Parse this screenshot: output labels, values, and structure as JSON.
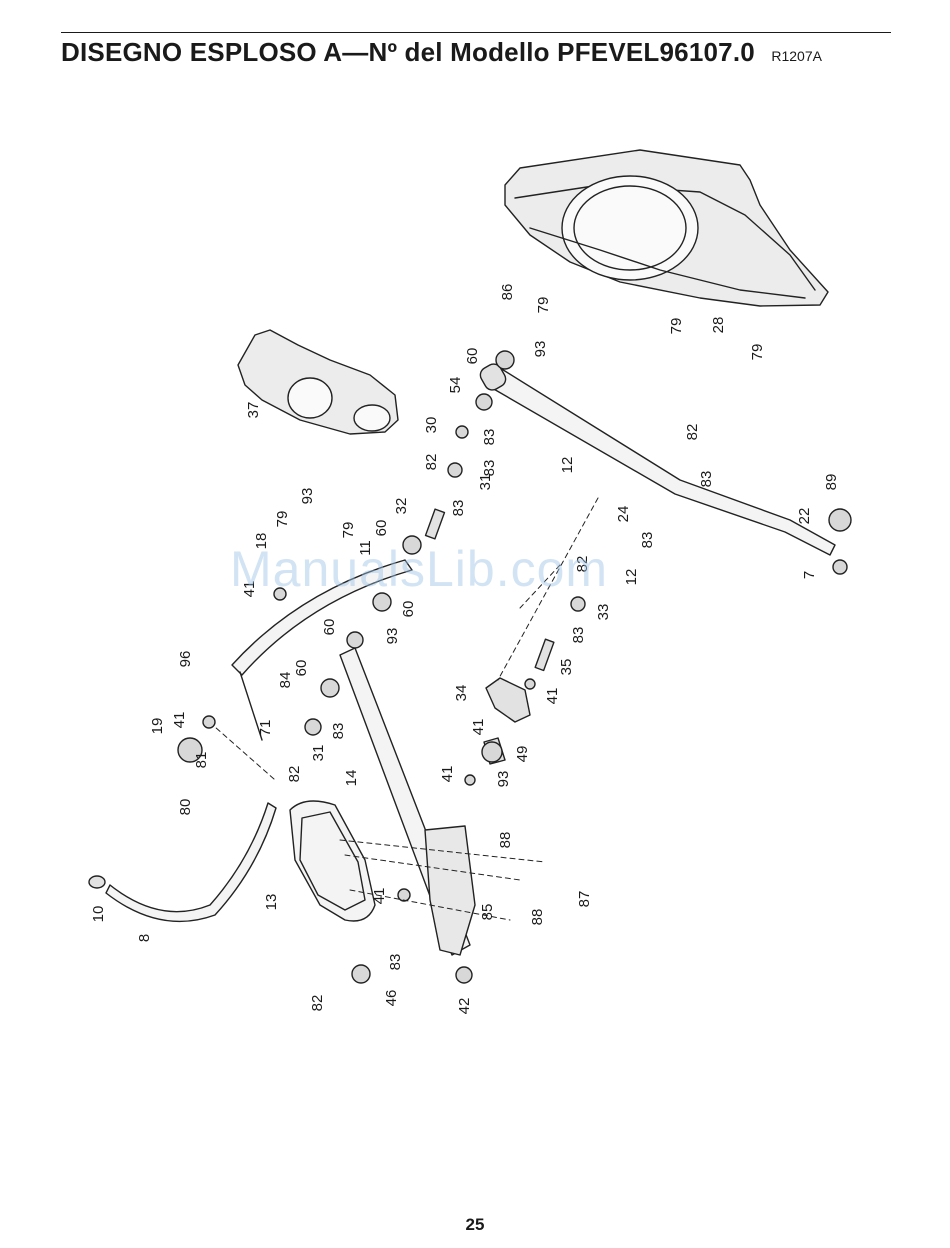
{
  "header": {
    "title": "DISEGNO ESPLOSO A—Nº del Modello PFEVEL96107.0",
    "code": "R1207A"
  },
  "diagram": {
    "part_labels": [
      "86",
      "79",
      "79",
      "28",
      "79",
      "60",
      "93",
      "54",
      "83",
      "30",
      "82",
      "83",
      "31",
      "83",
      "32",
      "37",
      "12",
      "82",
      "83",
      "89",
      "22",
      "7",
      "24",
      "83",
      "12",
      "82",
      "33",
      "83",
      "35",
      "41",
      "34",
      "41",
      "49",
      "93",
      "41",
      "79",
      "93",
      "79",
      "18",
      "11",
      "60",
      "41",
      "60",
      "93",
      "60",
      "96",
      "84",
      "60",
      "71",
      "19",
      "41",
      "83",
      "81",
      "31",
      "80",
      "82",
      "14",
      "88",
      "87",
      "85",
      "88",
      "13",
      "41",
      "10",
      "8",
      "83",
      "46",
      "42",
      "82"
    ]
  },
  "watermark": "ManualsLib.com",
  "footer": {
    "page_number": "25"
  }
}
